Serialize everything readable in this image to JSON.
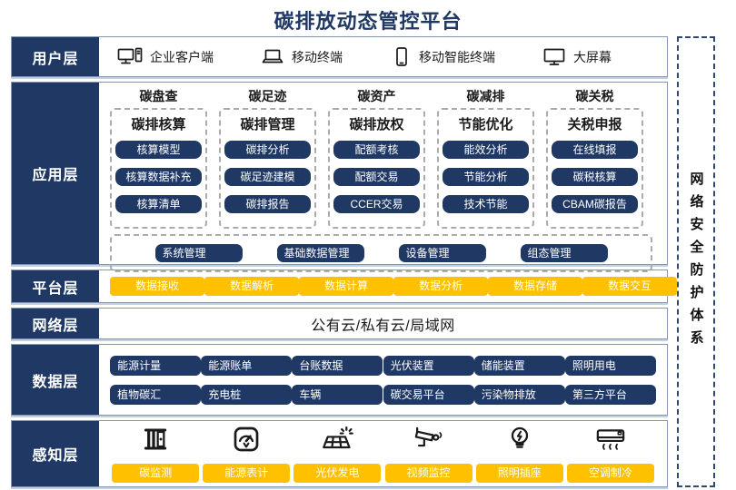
{
  "title": "碳排放动态管控平台",
  "colors": {
    "navy": "#1F3864",
    "yellow": "#FFC000",
    "row_border": "#8496B0"
  },
  "security_band": {
    "label": "网络安全防护体系"
  },
  "user_layer": {
    "label": "用户层",
    "items": [
      {
        "icon": "desktop-pc-icon",
        "label": "企业客户端"
      },
      {
        "icon": "laptop-icon",
        "label": "移动终端"
      },
      {
        "icon": "smartphone-icon",
        "label": "移动智能终端"
      },
      {
        "icon": "big-screen-icon",
        "label": "大屏幕"
      }
    ]
  },
  "app_layer": {
    "label": "应用层",
    "columns": [
      {
        "title": "碳盘查",
        "subtitle": "碳排核算",
        "items": [
          "核算模型",
          "核算数据补充",
          "核算清单"
        ]
      },
      {
        "title": "碳足迹",
        "subtitle": "碳排管理",
        "items": [
          "碳排分析",
          "碳足迹建模",
          "碳排报告"
        ]
      },
      {
        "title": "碳资产",
        "subtitle": "碳排放权",
        "items": [
          "配额考核",
          "配额交易",
          "CCER交易"
        ]
      },
      {
        "title": "碳减排",
        "subtitle": "节能优化",
        "items": [
          "能效分析",
          "节能分析",
          "技术节能"
        ]
      },
      {
        "title": "碳关税",
        "subtitle": "关税申报",
        "items": [
          "在线填报",
          "碳税核算",
          "CBAM碳报告"
        ]
      }
    ],
    "management": [
      "系统管理",
      "基础数据管理",
      "设备管理",
      "组态管理"
    ]
  },
  "platform_layer": {
    "label": "平台层",
    "items": [
      "数据接收",
      "数据解析",
      "数据计算",
      "数据分析",
      "数据存储",
      "数据交互"
    ]
  },
  "network_layer": {
    "label": "网络层",
    "content": "公有云/私有云/局域网"
  },
  "data_layer": {
    "label": "数据层",
    "row1": [
      "能源计量",
      "能源账单",
      "台账数据",
      "光伏装置",
      "储能装置",
      "照明用电"
    ],
    "row2": [
      "植物碳汇",
      "充电桩",
      "车辆",
      "碳交易平台",
      "污染物排放",
      "第三方平台"
    ]
  },
  "perception_layer": {
    "label": "感知层",
    "items": [
      {
        "icon": "carbon-monitor-icon",
        "label": "碳监测"
      },
      {
        "icon": "energy-meter-icon",
        "label": "能源表计"
      },
      {
        "icon": "solar-panel-icon",
        "label": "光伏发电"
      },
      {
        "icon": "cctv-camera-icon",
        "label": "视频监控"
      },
      {
        "icon": "light-socket-icon",
        "label": "照明插座"
      },
      {
        "icon": "air-conditioner-icon",
        "label": "空调制冷"
      }
    ]
  }
}
